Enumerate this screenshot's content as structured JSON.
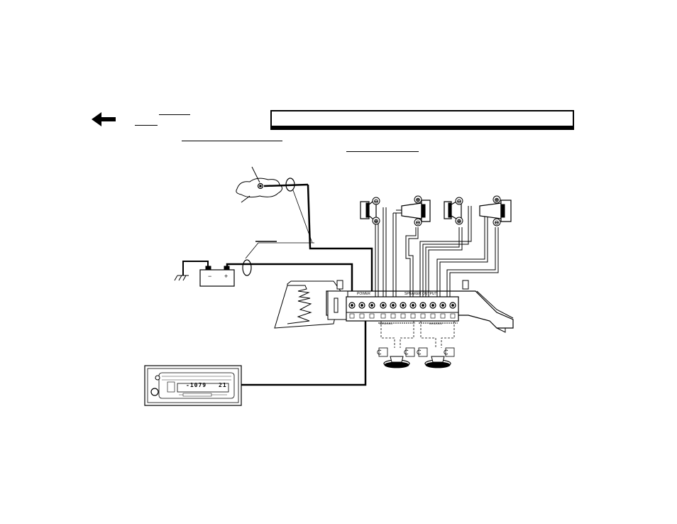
{
  "diagram": {
    "amplifier": {
      "power_label": "POWER",
      "speaker_label": "SPEAKER OUTPUT",
      "bridge_label_left": "BRIDGED",
      "bridge_label_right": "BRIDGED"
    },
    "speakers": [
      {
        "top": "⊖",
        "bottom": "⊕"
      },
      {
        "top": "⊕",
        "bottom": "⊖"
      },
      {
        "top": "⊖",
        "bottom": "⊕"
      },
      {
        "top": "⊕",
        "bottom": "⊖"
      }
    ],
    "battery": {
      "neg": "−",
      "pos": "+"
    },
    "head_unit": {
      "display_main": "-1079",
      "display_right": "21"
    }
  },
  "icons": {
    "back": "left-arrow-icon"
  }
}
